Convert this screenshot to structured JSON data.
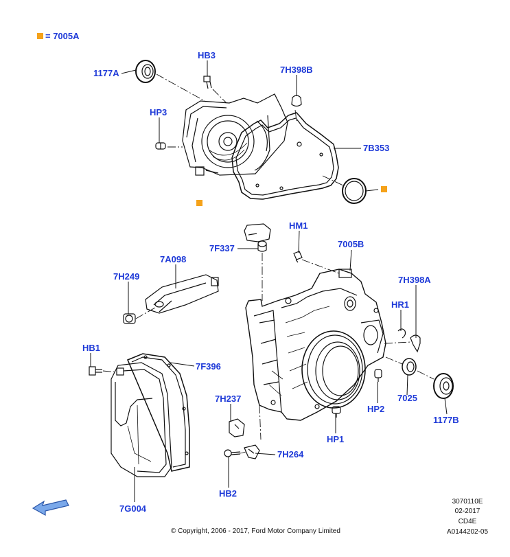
{
  "legend": {
    "marker_color": "#f5a21a",
    "text": "= 7005A"
  },
  "label_color": "#1e3ad8",
  "callouts": {
    "c1177A": "1177A",
    "hb3": "HB3",
    "c7H398B": "7H398B",
    "hp3": "HP3",
    "c7B353": "7B353",
    "hm1": "HM1",
    "c7F337": "7F337",
    "c7005B": "7005B",
    "c7A098": "7A098",
    "c7H249": "7H249",
    "c7H398A": "7H398A",
    "hr1": "HR1",
    "hb1": "HB1",
    "c7F396": "7F396",
    "c7H237": "7H237",
    "c7025": "7025",
    "hp2": "HP2",
    "c1177B": "1177B",
    "hp1": "HP1",
    "c7H264": "7H264",
    "hb2": "HB2",
    "c7G004": "7G004"
  },
  "footer": {
    "copyright": "© Copyright, 2006 - 2017, Ford Motor Company Limited",
    "ref1": "3070110E",
    "date": "02-2017",
    "model": "CD4E",
    "ref2": "A0144202-05"
  },
  "icons": {
    "direction": "arrow-icon"
  }
}
